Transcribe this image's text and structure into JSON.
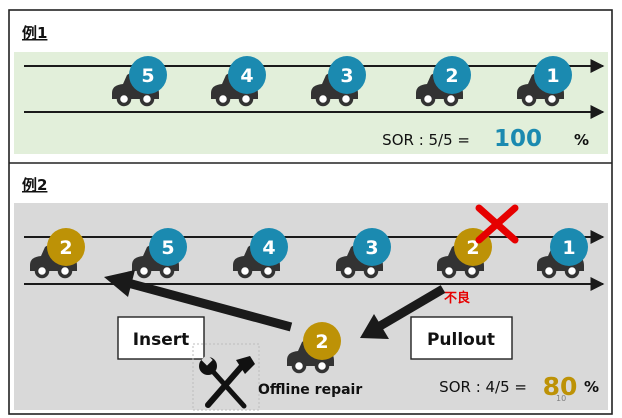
{
  "ex1": {
    "title": "例1",
    "cars": [
      "5",
      "4",
      "3",
      "2",
      "1"
    ],
    "sor_label": "SOR : 5/5 =",
    "sor_value": "100",
    "sor_unit": "%"
  },
  "ex2": {
    "title": "例2",
    "cars": [
      "2",
      "5",
      "4",
      "3",
      "2",
      "1"
    ],
    "defect_label": "不良",
    "insert_label": "Insert",
    "pullout_label": "Pullout",
    "repair_car": "2",
    "repair_label": "Offline repair",
    "sor_label": "SOR : 4/5 =",
    "sor_value": "80",
    "sor_unit": "%",
    "page_number": "10"
  },
  "colors": {
    "ex1_band": "#e2efda",
    "ex2_band": "#d9d9d9",
    "teal": "#1b8ab0",
    "gold": "#bd9206",
    "car_body": "#333333",
    "defect_red": "#e60000",
    "arrow": "#1a1a1a"
  }
}
